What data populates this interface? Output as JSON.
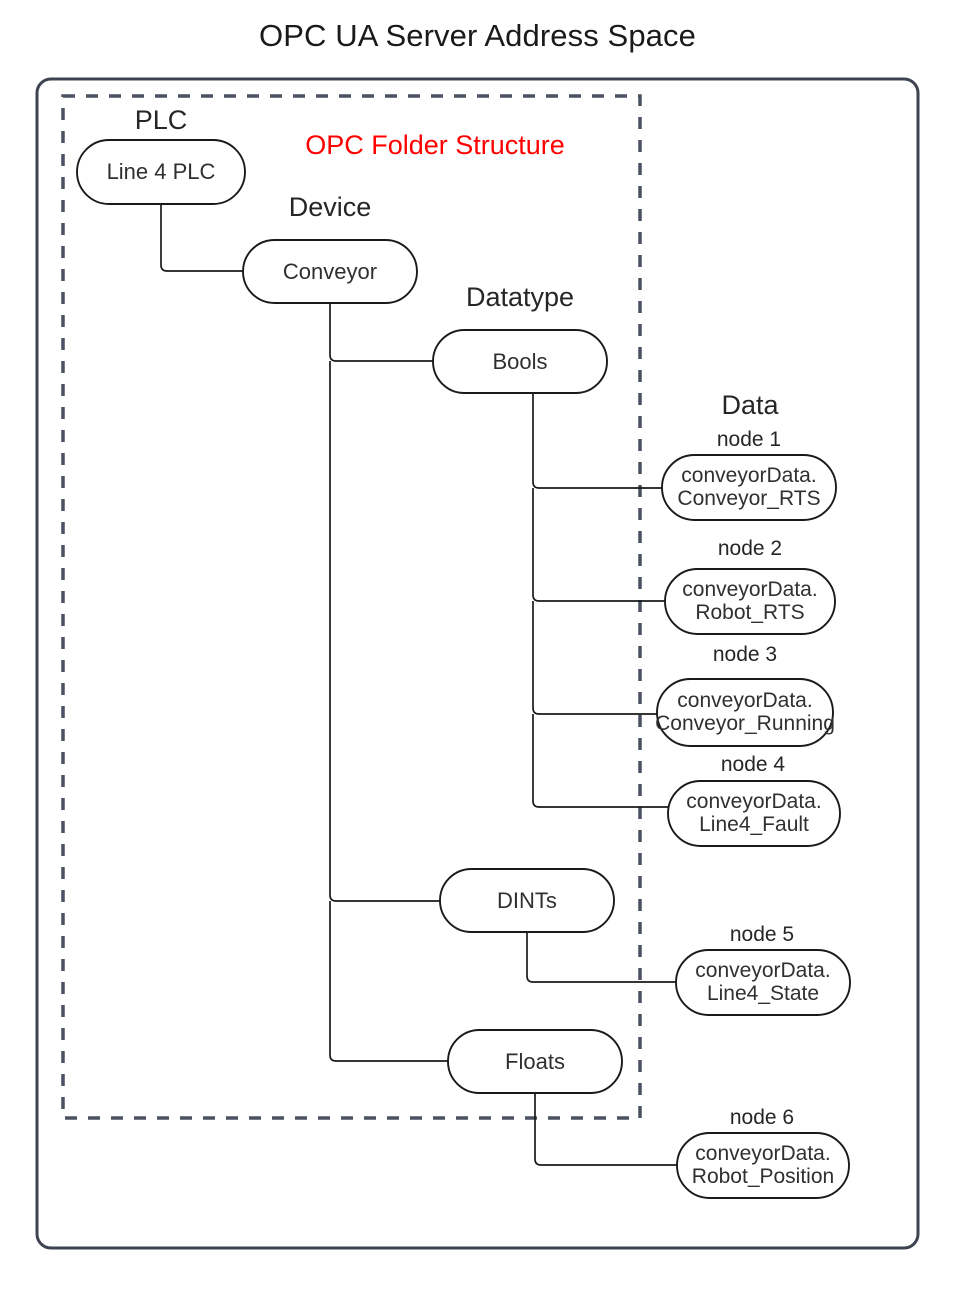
{
  "title": "OPC UA Server Address Space",
  "colors": {
    "outer_frame_stroke": "#3d4450",
    "dashed_stroke": "#4a5160",
    "node_stroke": "#1a1a1a",
    "connector_stroke": "#1a1a1a",
    "accent_label": "#ff0000",
    "text": "#303030",
    "background": "#ffffff"
  },
  "labels": {
    "folder_structure": "OPC Folder Structure",
    "plc": "PLC",
    "device": "Device",
    "datatype": "Datatype",
    "data": "Data"
  },
  "folders": [
    {
      "id": "plc",
      "name": "Line 4 PLC",
      "group": "PLC"
    },
    {
      "id": "device",
      "name": "Conveyor",
      "group": "Device"
    },
    {
      "id": "bools",
      "name": "Bools",
      "group": "Datatype"
    },
    {
      "id": "dints",
      "name": "DINTs",
      "group": "Datatype"
    },
    {
      "id": "floats",
      "name": "Floats",
      "group": "Datatype"
    }
  ],
  "data_nodes": [
    {
      "caption": "node 1",
      "line1": "conveyorData.",
      "line2": "Conveyor_RTS",
      "parent": "bools"
    },
    {
      "caption": "node 2",
      "line1": "conveyorData.",
      "line2": "Robot_RTS",
      "parent": "bools"
    },
    {
      "caption": "node 3",
      "line1": "conveyorData.",
      "line2": "Conveyor_Running",
      "parent": "bools"
    },
    {
      "caption": "node 4",
      "line1": "conveyorData.",
      "line2": "Line4_Fault",
      "parent": "bools"
    },
    {
      "caption": "node 5",
      "line1": "conveyorData.",
      "line2": "Line4_State",
      "parent": "dints"
    },
    {
      "caption": "node 6",
      "line1": "conveyorData.",
      "line2": "Robot_Position",
      "parent": "floats"
    }
  ]
}
